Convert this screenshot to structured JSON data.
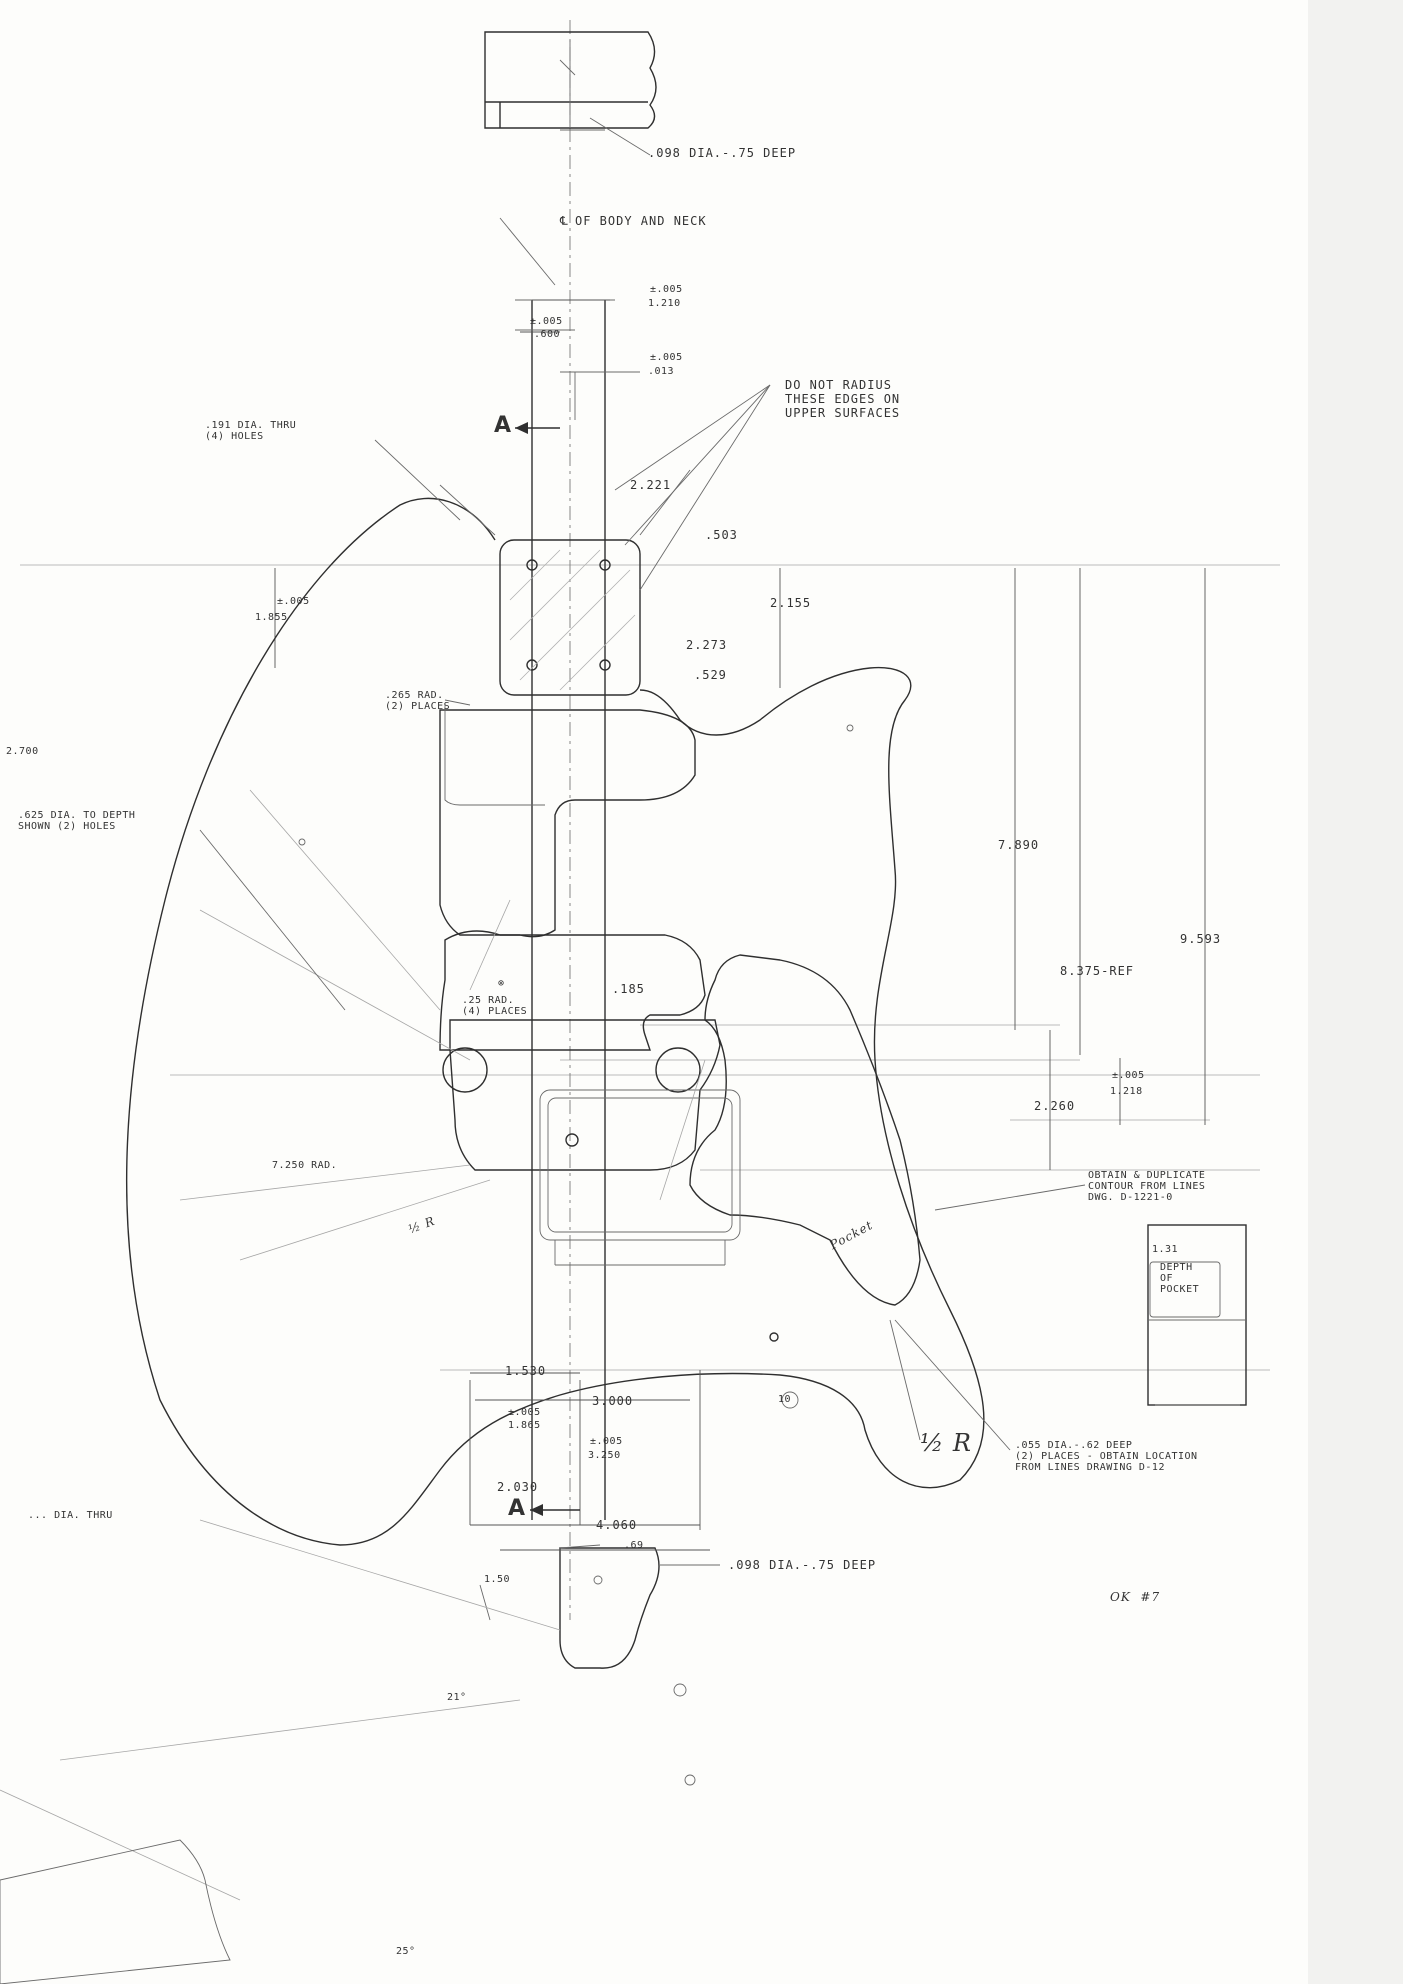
{
  "labels": {
    "hole_top": ".098 DIA.-.75 DEEP",
    "centerline": "OF BODY AND NECK",
    "centerline_symbol": "℄",
    "tol_1210": "±.005",
    "dim_1210": "1.210",
    "tol_600": "±.005",
    "dim_600": ".600",
    "tol_013": "±.005",
    "dim_013": ".013",
    "no_radius": "DO NOT RADIUS\nTHESE EDGES ON\nUPPER SURFACES",
    "holes_191": ".191 DIA. THRU\n(4) HOLES",
    "section_a_top": "A",
    "dim_2221": "2.221",
    "dim_503": ".503",
    "tol_1855": "±.005",
    "dim_1855": "1.855",
    "dim_2155": "2.155",
    "dim_2273": "2.273",
    "dim_529": ".529",
    "rad_265": ".265 RAD.\n(2) PLACES",
    "edge_note": "2.700",
    "holes_625": ".625 DIA. TO DEPTH\nSHOWN (2) HOLES",
    "dim_7890": "7.890",
    "dim_8375": "8.375-REF",
    "dim_9593": "9.593",
    "rad_25": ".25 RAD.\n(4) PLACES",
    "circle_note": "⊗",
    "dim_185": ".185",
    "tol_1218": "±.005",
    "dim_1218": "1.218",
    "dim_2260": "2.260",
    "rad_7250": "7.250 RAD.",
    "duplicate_note": "OBTAIN & DUPLICATE\nCONTOUR FROM LINES\nDWG. D-1221-0",
    "depth_131": "1.31",
    "depth_of_pocket": "DEPTH\nOF\nPOCKET",
    "pocket_script": "Pocket",
    "left_script": "½ R",
    "dim_1530": "1.530",
    "tol_1865": "±.005",
    "dim_1865": "1.865",
    "dim_3000": "3.000",
    "tol_3250": "±.005",
    "dim_3250": "3.250",
    "dim_2030": "2.030",
    "section_a_bottom": "A",
    "hole_055": ".055 DIA.-.62 DEEP\n(2) PLACES - OBTAIN LOCATION\nFROM LINES DRAWING D-12",
    "half_r": "½ R",
    "dim_4060": "4.060",
    "dim_69": ".69",
    "hole_bottom": ".098 DIA.-.75 DEEP",
    "dim_150": "1.50",
    "left_hole": "... DIA. THRU",
    "angle_21": "21°",
    "angle_25": "25°",
    "stamp": "OK  #7",
    "mark_10": "10"
  }
}
